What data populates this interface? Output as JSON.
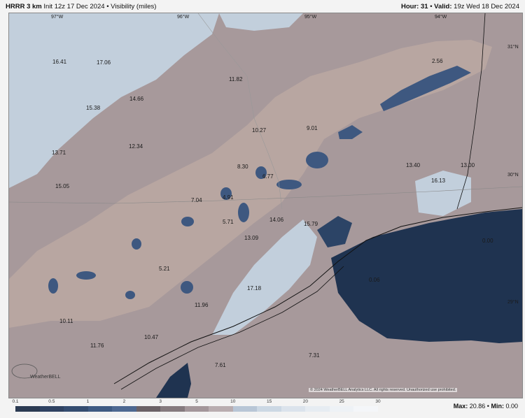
{
  "header": {
    "model": "HRRR 3 km",
    "init": "Init 12z 17 Dec 2024",
    "variable": "Visibility (miles)",
    "hour_label": "Hour:",
    "hour": "31",
    "valid_label": "Valid:",
    "valid": "19z Wed 18 Dec 2024"
  },
  "coords": {
    "lon_97": "97°W",
    "lon_96": "96°W",
    "lon_95": "95°W",
    "lon_94": "94°W",
    "lat_31": "31°N",
    "lat_30": "30°N",
    "lat_29": "29°N"
  },
  "values": [
    {
      "id": "v1",
      "text": "16.41"
    },
    {
      "id": "v2",
      "text": "17.06"
    },
    {
      "id": "v3",
      "text": "11.82"
    },
    {
      "id": "v4",
      "text": "14.66"
    },
    {
      "id": "v5",
      "text": "15.38"
    },
    {
      "id": "v6",
      "text": "12.34"
    },
    {
      "id": "v7",
      "text": "10.27"
    },
    {
      "id": "v8",
      "text": "9.01"
    },
    {
      "id": "v9",
      "text": "2.56"
    },
    {
      "id": "v10",
      "text": "13.71"
    },
    {
      "id": "v11",
      "text": "8.30"
    },
    {
      "id": "v12",
      "text": "6.77"
    },
    {
      "id": "v13",
      "text": "13.40"
    },
    {
      "id": "v14",
      "text": "13.00"
    },
    {
      "id": "v15",
      "text": "15.05"
    },
    {
      "id": "v16",
      "text": "16.13"
    },
    {
      "id": "v17",
      "text": "7.04"
    },
    {
      "id": "v18",
      "text": "4.91"
    },
    {
      "id": "v19",
      "text": "14.06"
    },
    {
      "id": "v20",
      "text": "15.79"
    },
    {
      "id": "v21",
      "text": "5.71"
    },
    {
      "id": "v22",
      "text": "13.09"
    },
    {
      "id": "v23",
      "text": "0.00"
    },
    {
      "id": "v24",
      "text": "5.21"
    },
    {
      "id": "v25",
      "text": "0.06"
    },
    {
      "id": "v26",
      "text": "17.18"
    },
    {
      "id": "v27",
      "text": "11.96"
    },
    {
      "id": "v28",
      "text": "10.11"
    },
    {
      "id": "v29",
      "text": "10.47"
    },
    {
      "id": "v30",
      "text": "11.76"
    },
    {
      "id": "v31",
      "text": "7.31"
    },
    {
      "id": "v32",
      "text": "7.61"
    }
  ],
  "legend": {
    "ticks": [
      "0.1",
      "0.5",
      "1",
      "2",
      "3",
      "5",
      "10",
      "15",
      "20",
      "25",
      "30"
    ],
    "colors": [
      "#2b3a52",
      "#2f4262",
      "#344c70",
      "#3e5a82",
      "#4d6891",
      "#6a6166",
      "#857a7e",
      "#a3969a",
      "#b9adb0",
      "#b8c6d6",
      "#ccd8e4",
      "#dbe3ec",
      "#e6ecf2",
      "#eef2f6",
      "#f4f6f9"
    ]
  },
  "stats": {
    "max_label": "Max:",
    "max": "20.86",
    "min_label": "Min:",
    "min": "0.00"
  },
  "credit": "© 2024 WeatherBELL Analytics LLC. All rights reserved. Unauthorized use prohibited.",
  "logo_text": "WeatherBELL",
  "colors": {
    "gulf_dark": "#1f3350",
    "land_mauve": "#a7999b",
    "light_blue": "#c2cfdc",
    "mid_blue": "#3e5880",
    "tan": "#b8a6a1"
  }
}
